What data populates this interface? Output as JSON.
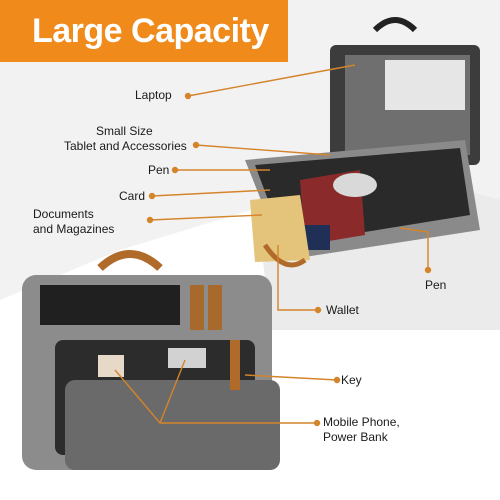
{
  "banner": {
    "title": "Large Capacity",
    "color": "#ef8a1b"
  },
  "accent_line_color": "#d4842a",
  "labels": {
    "laptop": "Laptop",
    "small_size": "Small Size",
    "tablet_accessories": "Tablet and Accessories",
    "pen_left": "Pen",
    "card": "Card",
    "documents": "Documents",
    "magazines": "and Magazines",
    "pen_right": "Pen",
    "wallet": "Wallet",
    "key": "Key",
    "mobile_phone": "Mobile Phone,",
    "power_bank": "Power Bank"
  }
}
